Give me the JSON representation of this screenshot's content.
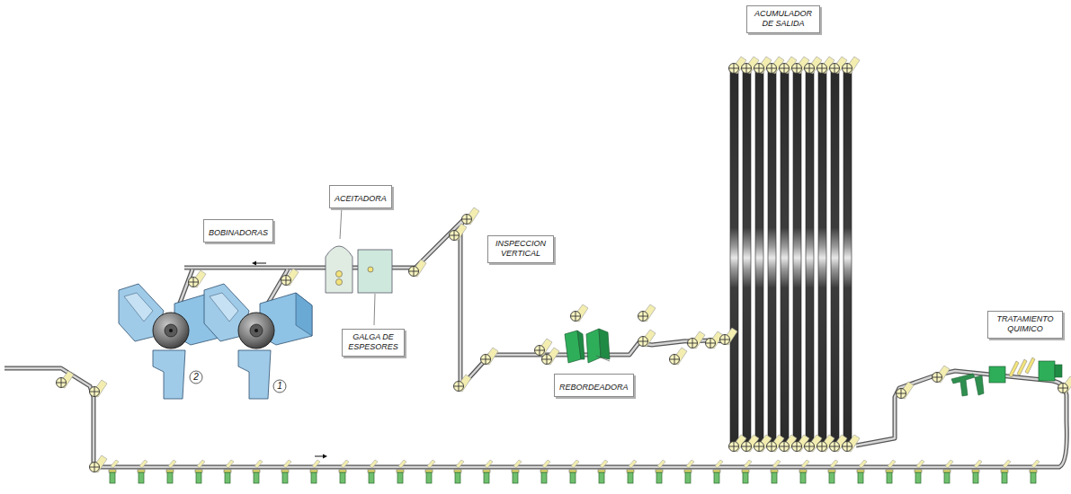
{
  "diagram": {
    "labels": [
      "ACUMULADOR DE SALIDA",
      "BOBINADORAS",
      "ACEITADORA",
      "INSPECCION VERTICAL",
      "GALGA DE ESPESORES",
      "REBORDEADORA",
      "TRATAMIENTO QUIMICO",
      "2",
      "1"
    ]
  }
}
